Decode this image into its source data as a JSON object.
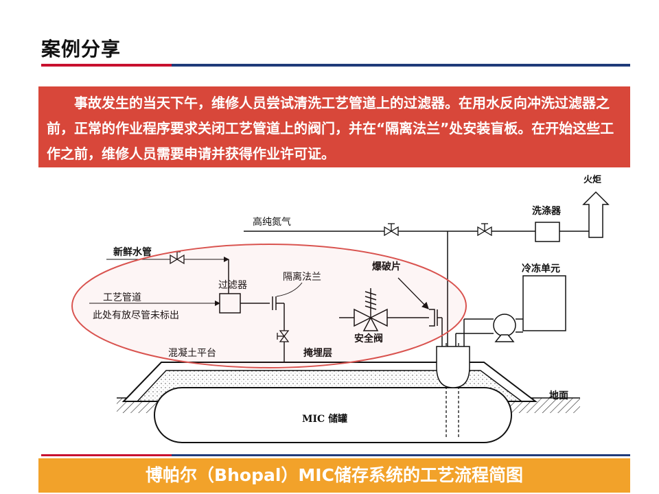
{
  "header": {
    "title": "案例分享"
  },
  "callout": {
    "text": "事故发生的当天下午，维修人员尝试清洗工艺管道上的过滤器。在用水反向冲洗过滤器之前，正常的作业程序要求关闭工艺管道上的阀门，并在“隔离法兰”处安装盲板。在开始这些工作之前，维修人员需要申请并获得作业许可证。"
  },
  "diagram": {
    "labels": {
      "flare": "火炬",
      "scrubber": "洗涤器",
      "nitrogen": "高纯氮气",
      "fresh_water": "新鲜水管",
      "rupture_disk": "爆破片",
      "refrigeration": "冷冻单元",
      "filter": "过滤器",
      "isolation_flange": "隔离法兰",
      "process_pipe": "工艺管道",
      "drain_note": "此处有放尽管未标出",
      "safety_valve": "安全阀",
      "concrete_platform": "混凝土平台",
      "burial_layer": "掩埋层",
      "ground": "地面",
      "tank": "MIC 储罐"
    }
  },
  "caption": {
    "text": "博帕尔（Bhopal）MIC储存系统的工艺流程简图"
  },
  "colors": {
    "accent_red": "#c8102e",
    "accent_blue": "#1f3b7a",
    "callout_bg": "#d8473a",
    "caption_bg": "#f2a22a",
    "highlight_ellipse": "#d9534f"
  }
}
